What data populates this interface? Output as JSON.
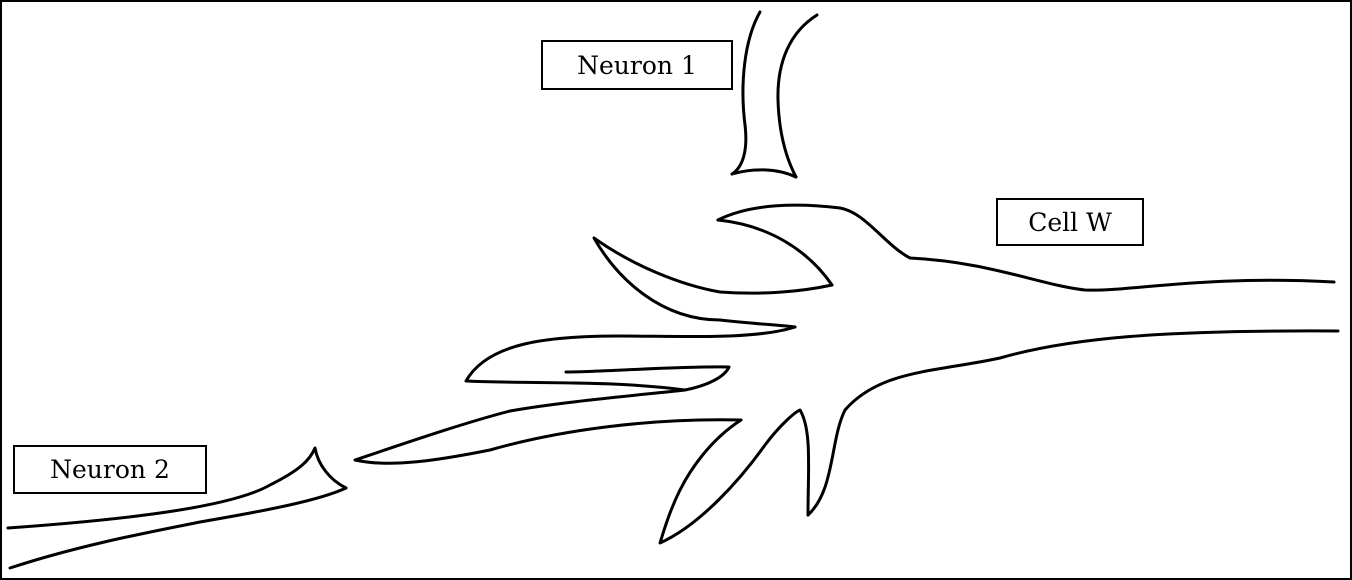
{
  "labels": {
    "neuron1": "Neuron 1",
    "cell_w": "Cell W",
    "neuron2": "Neuron 2"
  },
  "colors": {
    "stroke": "#000000",
    "background": "#ffffff"
  }
}
